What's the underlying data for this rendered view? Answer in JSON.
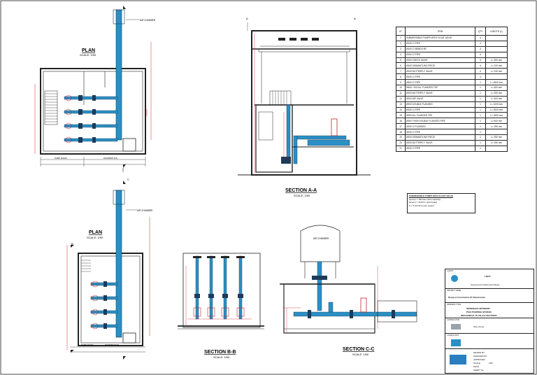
{
  "drawing": {
    "plan_top_title": "PLAN",
    "plan_top_scale": "SCALE: 1/50",
    "plan_bottom_title": "PLAN",
    "plan_bottom_scale": "SCALE: 1/50",
    "section_aa_title": "SECTION A-A",
    "section_aa_scale": "SCALE: 1/50",
    "section_bb_title": "SECTION B-B",
    "section_bb_scale": "SCALE: 1/50",
    "section_cc_title": "SECTION C-C",
    "section_cc_scale": "SCALE: 1/50",
    "air_chamber_top": "AIR CHAMBER",
    "air_chamber_bottom": "AIR CHAMBER",
    "air_chamber_cc": "AIR CHAMBER",
    "room_label_1": "PUMP ROOM",
    "room_label_2": "DISTRIBUTION",
    "room_label_3": "PUMP ROOM",
    "room_label_4": "DISTRIBUTION",
    "marker_a": "A",
    "marker_b": "B",
    "marker_c": "C"
  },
  "bom": {
    "headers": [
      "N°",
      "ITEM",
      "QTY",
      "LENGTH (L)"
    ],
    "rows": [
      [
        "1",
        "SUBMERSIBLE PUMPS WITH FLOAT VALVE",
        "4",
        ""
      ],
      [
        "2",
        "Ø100 CI PIPE",
        "4",
        ""
      ],
      [
        "3",
        "Ø100 CI BENDS 90°",
        "4",
        ""
      ],
      [
        "4",
        "Ø100 CI PIPE",
        "4",
        ""
      ],
      [
        "5",
        "Ø100 CHECK VALVE",
        "4",
        "L= 300 mm"
      ],
      [
        "6",
        "Ø100 DISMANTLING PIECE",
        "4",
        "L= 220 mm"
      ],
      [
        "7",
        "Ø100 BUTTERFLY VALVE",
        "4",
        "L= 230 mm"
      ],
      [
        "8",
        "Ø100 CI PIPE",
        "4",
        ""
      ],
      [
        "9",
        "Ø400 CI PIPE",
        "1",
        "L= 4500 mm"
      ],
      [
        "10",
        "Ø400 / 200 ALL FLANGED TEE",
        "1",
        "L= 600 mm"
      ],
      [
        "11",
        "Ø200 BUTTERFLY VALVE",
        "1",
        "L= 250 mm"
      ],
      [
        "12",
        "Ø200 AIR VALVE",
        "1",
        "L= 400 mm"
      ],
      [
        "13",
        "Ø200 DOUBLE FLANGED",
        "1",
        "L= 1000 mm"
      ],
      [
        "14",
        "Ø200 CI PIPE",
        "1",
        "L= 2000 mm"
      ],
      [
        "15",
        "Ø200 ALL FLANGED TEE",
        "1",
        "L= 1500 mm"
      ],
      [
        "16",
        "Ø200 THOR DOUBLE FLANGED PIPE",
        "1",
        "L= 600 mm"
      ],
      [
        "17",
        "Ø200 CI FLANGED",
        "1",
        "L= 250 mm"
      ],
      [
        "18",
        "Ø200 CI PIPE",
        "1",
        ""
      ],
      [
        "19",
        "Ø200 DISMANTLING PIECE",
        "1",
        "L= 250 mm"
      ],
      [
        "20",
        "Ø200 BUTTERFLY VALVE",
        "1",
        "L= 250 mm"
      ],
      [
        "21",
        "Ø200 CI PIPE",
        "1",
        ""
      ]
    ]
  },
  "notes": {
    "heading": "SUBMERSIBLE PUMPS WITH FLOAT VALVE",
    "lines": [
      "Qpump = 180 l/sec  (flow capacity)",
      "Hpump = 40.00 m  (total head)",
      "N  = 5.00 kW  (motor power)"
    ]
  },
  "titleblock": {
    "client_label": "CLIENT",
    "client_name": "LIBYA",
    "client_sub": "Housing And Infrastructure Board",
    "project_label": "PROJECT NAME",
    "project_name": "Design & Construction Of Infrastructure",
    "consultant_label": "CONSULTANT",
    "drawing_label": "DRAWING TITLE",
    "drawing_title_1": "SEWERAGE NETWORK",
    "drawing_title_2": "PS10 PUMPING STATION",
    "drawing_title_3": "MECHANICAL PLAN and SECTIONS",
    "contractor_label": "CONTRACTOR",
    "contractor_name": "Sirte Group",
    "drawn_label": "DRAWN BY",
    "checked_label": "CHECKED BY",
    "approved_label": "APPROVED",
    "scale_label": "SCALE",
    "scale_value": "1/50",
    "date_label": "DATE",
    "sheet_label": "SHEET No."
  },
  "colors": {
    "pipe_blue": "#2a8fc4",
    "pipe_dark": "#1d3b5a",
    "dim_red": "#d9202a",
    "line": "#1a1a1a",
    "valve_red": "#c0262c"
  }
}
